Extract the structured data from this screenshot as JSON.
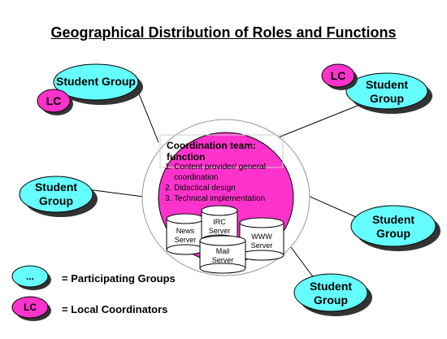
{
  "title": "Geographical Distribution of Roles and Functions",
  "groups": [
    {
      "id": "sg-top-left",
      "label": "Student Group"
    },
    {
      "id": "sg-top-right",
      "label": "Student Group"
    },
    {
      "id": "sg-left",
      "label": "Student Group"
    },
    {
      "id": "sg-right",
      "label": "Student Group"
    },
    {
      "id": "sg-bottom-right",
      "label": "Student Group"
    }
  ],
  "lc_label": "LC",
  "coordination": {
    "title": "Coordination team: function",
    "items": [
      "1. Content provider/ general coordination",
      "2. Didactical design",
      "3. Technical implementation"
    ]
  },
  "servers": {
    "news": "News Server",
    "irc": "IRC Server",
    "www": "WWW Server",
    "mail": "Mail Server"
  },
  "legend": {
    "participating_symbol": "...",
    "participating": "= Participating Groups",
    "local_symbol": "LC",
    "local": "= Local Coordinators"
  },
  "colors": {
    "group_fill": "#66ffff",
    "lc_fill": "#ff33cc",
    "center_fill": "#ff33cc",
    "server_fill": "#ffffff",
    "shadow": "#333333"
  }
}
